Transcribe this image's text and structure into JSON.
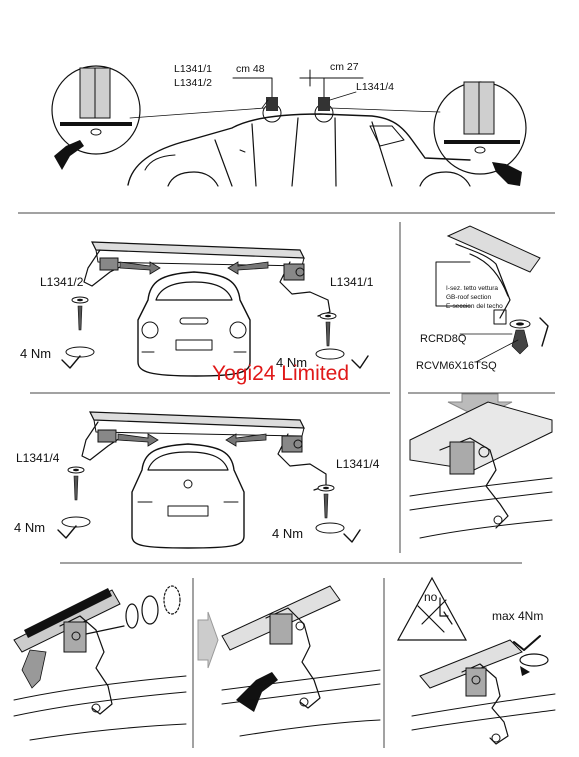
{
  "top": {
    "codes_left": [
      "L1341/1",
      "L1341/2"
    ],
    "code_right": "L1341/4",
    "dim_front": "cm 48",
    "dim_rear": "cm 27"
  },
  "mid_upper": {
    "left_code": "L1341/2",
    "right_code": "L1341/1",
    "torque_left": "4 Nm",
    "torque_right": "4 Nm"
  },
  "mid_lower": {
    "left_code": "L1341/4",
    "right_code": "L1341/4",
    "torque_left": "4 Nm",
    "torque_right": "4 Nm"
  },
  "side_panel": {
    "section_notes": [
      "I-sez. tetto vettura",
      "GB-roof section",
      "E-seccion del techo"
    ],
    "part_a": "RCRD8Q",
    "part_b": "RCVM6X16TSQ"
  },
  "bottom": {
    "no_label": "no",
    "max_torque": "max 4Nm"
  },
  "watermark": "Yogi24 Limited"
}
